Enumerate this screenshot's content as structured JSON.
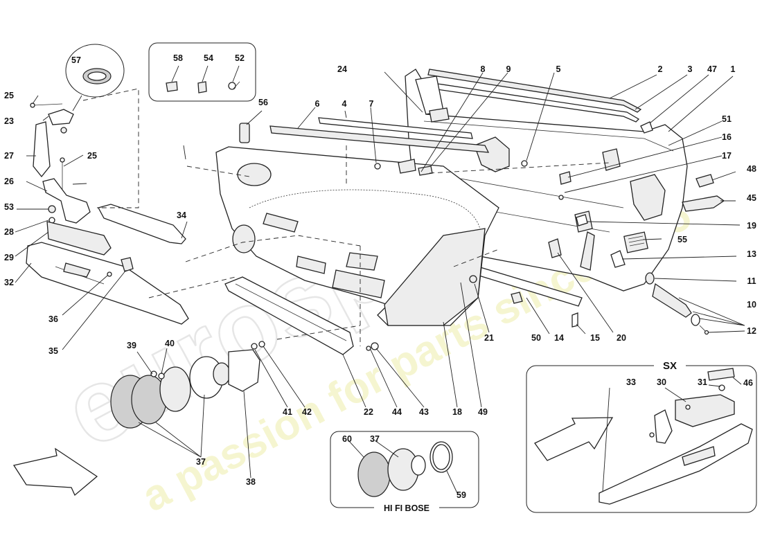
{
  "watermark": {
    "brand": "eurospares",
    "tagline": "a passion for parts since 1985"
  },
  "boxes": {
    "hifi_label": "HI FI BOSE",
    "sx_label": "SX"
  },
  "colors": {
    "line": "#222222",
    "part_fill": "#ffffff",
    "part_shade": "#ededed",
    "watermark_tagline": "#eeeeaa"
  },
  "callouts": [
    "1",
    "2",
    "3",
    "4",
    "5",
    "6",
    "7",
    "8",
    "9",
    "10",
    "11",
    "12",
    "13",
    "14",
    "15",
    "16",
    "17",
    "18",
    "19",
    "20",
    "21",
    "22",
    "23",
    "24",
    "25",
    "26",
    "27",
    "28",
    "29",
    "30",
    "31",
    "32",
    "33",
    "34",
    "35",
    "36",
    "37",
    "38",
    "39",
    "40",
    "41",
    "42",
    "43",
    "44",
    "45",
    "46",
    "47",
    "48",
    "49",
    "50",
    "51",
    "52",
    "53",
    "54",
    "55",
    "56",
    "57",
    "58",
    "59",
    "60"
  ]
}
